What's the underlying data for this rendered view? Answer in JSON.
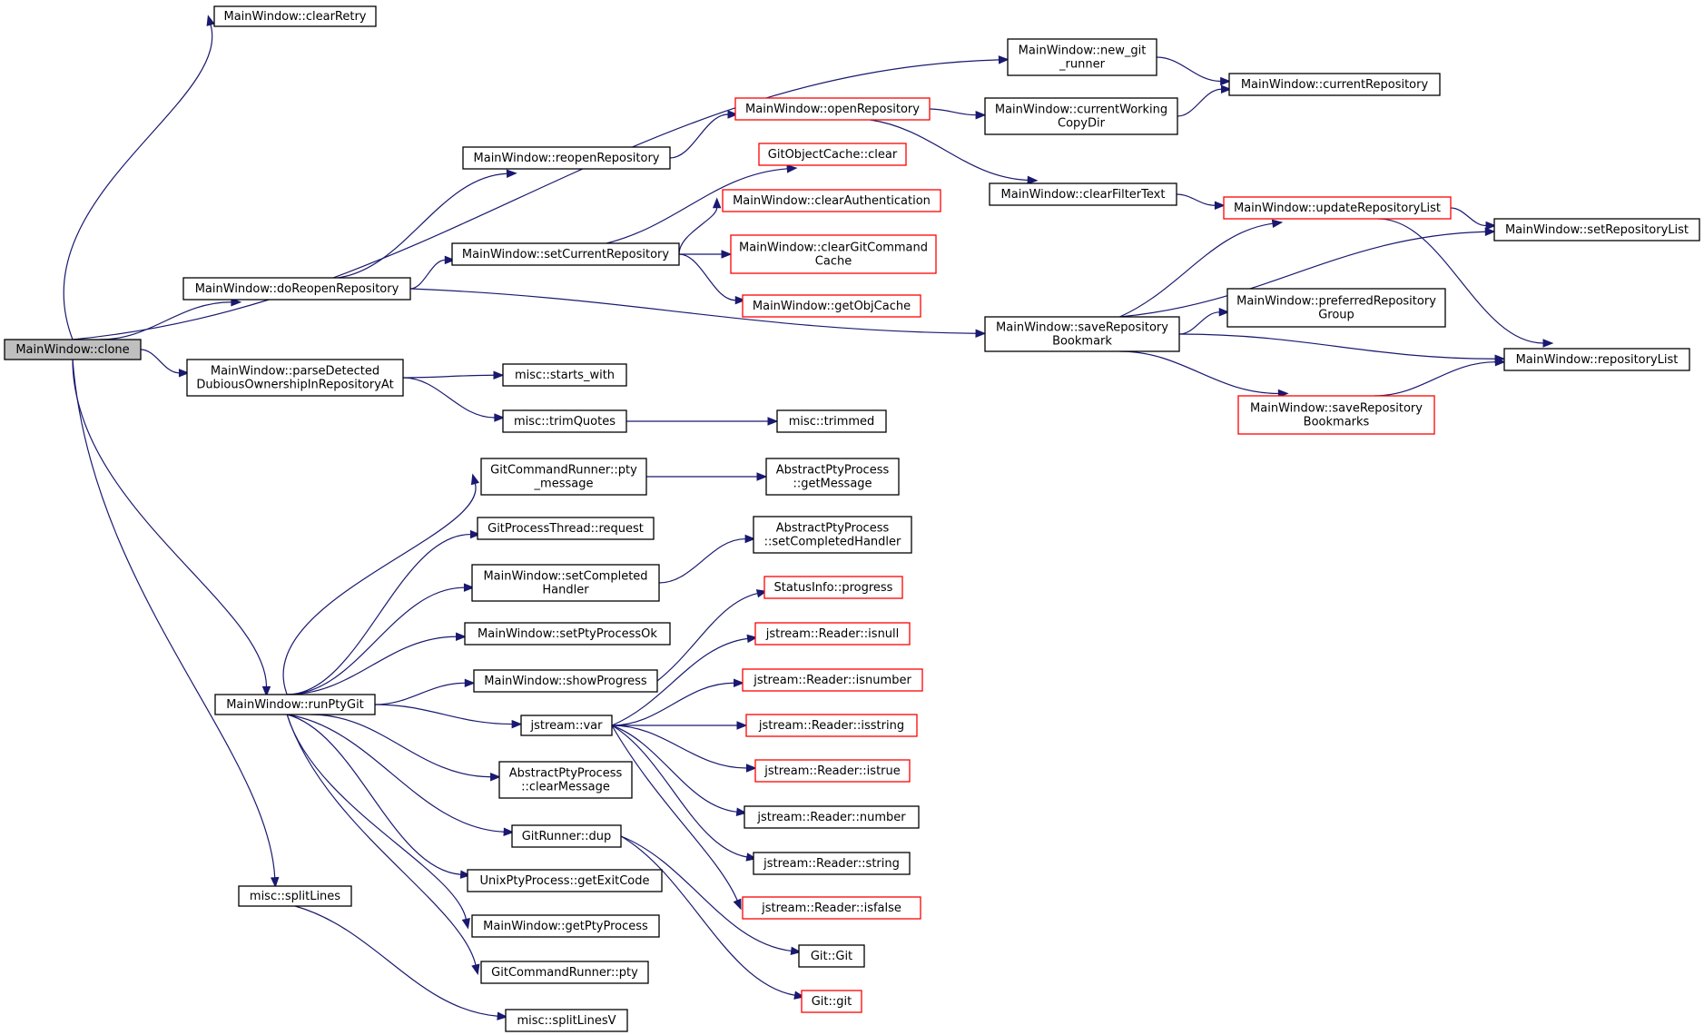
{
  "colors": {
    "edge": "#191970",
    "node_border": "#000000",
    "truncated_border": "#ff0000",
    "root_fill": "#bfbfbf",
    "node_fill": "#ffffff"
  },
  "nodes": [
    {
      "id": "clone",
      "lines": [
        "MainWindow::clone"
      ],
      "style": "root"
    },
    {
      "id": "clearRetry",
      "lines": [
        "MainWindow::clearRetry"
      ],
      "style": "normal"
    },
    {
      "id": "new_git_runner",
      "lines": [
        "MainWindow::new_git",
        "_runner"
      ],
      "style": "normal"
    },
    {
      "id": "currentRepository",
      "lines": [
        "MainWindow::currentRepository"
      ],
      "style": "normal"
    },
    {
      "id": "openRepository",
      "lines": [
        "MainWindow::openRepository"
      ],
      "style": "truncated"
    },
    {
      "id": "currentWorkingCopyDir",
      "lines": [
        "MainWindow::currentWorking",
        "CopyDir"
      ],
      "style": "normal"
    },
    {
      "id": "reopenRepository",
      "lines": [
        "MainWindow::reopenRepository"
      ],
      "style": "normal"
    },
    {
      "id": "gocClear",
      "lines": [
        "GitObjectCache::clear"
      ],
      "style": "truncated"
    },
    {
      "id": "clearAuthentication",
      "lines": [
        "MainWindow::clearAuthentication"
      ],
      "style": "truncated"
    },
    {
      "id": "clearFilterText",
      "lines": [
        "MainWindow::clearFilterText"
      ],
      "style": "normal"
    },
    {
      "id": "updateRepositoryList",
      "lines": [
        "MainWindow::updateRepositoryList"
      ],
      "style": "truncated"
    },
    {
      "id": "setRepositoryList",
      "lines": [
        "MainWindow::setRepositoryList"
      ],
      "style": "normal"
    },
    {
      "id": "setCurrentRepository",
      "lines": [
        "MainWindow::setCurrentRepository"
      ],
      "style": "normal"
    },
    {
      "id": "clearGitCommandCache",
      "lines": [
        "MainWindow::clearGitCommand",
        "Cache"
      ],
      "style": "truncated"
    },
    {
      "id": "doReopenRepository",
      "lines": [
        "MainWindow::doReopenRepository"
      ],
      "style": "normal"
    },
    {
      "id": "getObjCache",
      "lines": [
        "MainWindow::getObjCache"
      ],
      "style": "truncated"
    },
    {
      "id": "preferredRepositoryGroup",
      "lines": [
        "MainWindow::preferredRepository",
        "Group"
      ],
      "style": "normal"
    },
    {
      "id": "saveRepositoryBookmark",
      "lines": [
        "MainWindow::saveRepository",
        "Bookmark"
      ],
      "style": "normal"
    },
    {
      "id": "repositoryList",
      "lines": [
        "MainWindow::repositoryList"
      ],
      "style": "normal"
    },
    {
      "id": "parseDetected",
      "lines": [
        "MainWindow::parseDetected",
        "DubiousOwnershipInRepositoryAt"
      ],
      "style": "normal"
    },
    {
      "id": "starts_with",
      "lines": [
        "misc::starts_with"
      ],
      "style": "normal"
    },
    {
      "id": "saveRepositoryBookmarks",
      "lines": [
        "MainWindow::saveRepository",
        "Bookmarks"
      ],
      "style": "truncated"
    },
    {
      "id": "trimQuotes",
      "lines": [
        "misc::trimQuotes"
      ],
      "style": "normal"
    },
    {
      "id": "trimmed",
      "lines": [
        "misc::trimmed"
      ],
      "style": "normal"
    },
    {
      "id": "pty_message",
      "lines": [
        "GitCommandRunner::pty",
        "_message"
      ],
      "style": "normal"
    },
    {
      "id": "getMessage",
      "lines": [
        "AbstractPtyProcess",
        "::getMessage"
      ],
      "style": "normal"
    },
    {
      "id": "request",
      "lines": [
        "GitProcessThread::request"
      ],
      "style": "normal"
    },
    {
      "id": "apSetCompletedHandler",
      "lines": [
        "AbstractPtyProcess",
        "::setCompletedHandler"
      ],
      "style": "normal"
    },
    {
      "id": "mwSetCompletedHandler",
      "lines": [
        "MainWindow::setCompleted",
        "Handler"
      ],
      "style": "normal"
    },
    {
      "id": "progress",
      "lines": [
        "StatusInfo::progress"
      ],
      "style": "truncated"
    },
    {
      "id": "setPtyProcessOk",
      "lines": [
        "MainWindow::setPtyProcessOk"
      ],
      "style": "normal"
    },
    {
      "id": "isnull",
      "lines": [
        "jstream::Reader::isnull"
      ],
      "style": "truncated"
    },
    {
      "id": "showProgress",
      "lines": [
        "MainWindow::showProgress"
      ],
      "style": "normal"
    },
    {
      "id": "isnumber",
      "lines": [
        "jstream::Reader::isnumber"
      ],
      "style": "truncated"
    },
    {
      "id": "runPtyGit",
      "lines": [
        "MainWindow::runPtyGit"
      ],
      "style": "normal"
    },
    {
      "id": "var",
      "lines": [
        "jstream::var"
      ],
      "style": "normal"
    },
    {
      "id": "isstring",
      "lines": [
        "jstream::Reader::isstring"
      ],
      "style": "truncated"
    },
    {
      "id": "istrue",
      "lines": [
        "jstream::Reader::istrue"
      ],
      "style": "truncated"
    },
    {
      "id": "clearMessage",
      "lines": [
        "AbstractPtyProcess",
        "::clearMessage"
      ],
      "style": "normal"
    },
    {
      "id": "number",
      "lines": [
        "jstream::Reader::number"
      ],
      "style": "normal"
    },
    {
      "id": "dup",
      "lines": [
        "GitRunner::dup"
      ],
      "style": "normal"
    },
    {
      "id": "string",
      "lines": [
        "jstream::Reader::string"
      ],
      "style": "normal"
    },
    {
      "id": "getExitCode",
      "lines": [
        "UnixPtyProcess::getExitCode"
      ],
      "style": "normal"
    },
    {
      "id": "splitLines",
      "lines": [
        "misc::splitLines"
      ],
      "style": "normal"
    },
    {
      "id": "isfalse",
      "lines": [
        "jstream::Reader::isfalse"
      ],
      "style": "truncated"
    },
    {
      "id": "getPtyProcess",
      "lines": [
        "MainWindow::getPtyProcess"
      ],
      "style": "normal"
    },
    {
      "id": "GitGit",
      "lines": [
        "Git::Git"
      ],
      "style": "normal"
    },
    {
      "id": "pty",
      "lines": [
        "GitCommandRunner::pty"
      ],
      "style": "normal"
    },
    {
      "id": "gitgit",
      "lines": [
        "Git::git"
      ],
      "style": "truncated"
    },
    {
      "id": "splitLinesV",
      "lines": [
        "misc::splitLinesV"
      ],
      "style": "normal"
    }
  ],
  "edges": [
    {
      "from": "clone",
      "to": "clearRetry"
    },
    {
      "from": "clone",
      "to": "new_git_runner"
    },
    {
      "from": "clone",
      "to": "doReopenRepository"
    },
    {
      "from": "clone",
      "to": "parseDetected"
    },
    {
      "from": "clone",
      "to": "runPtyGit"
    },
    {
      "from": "clone",
      "to": "splitLines"
    },
    {
      "from": "new_git_runner",
      "to": "currentRepository"
    },
    {
      "from": "openRepository",
      "to": "currentWorkingCopyDir"
    },
    {
      "from": "openRepository",
      "to": "clearFilterText"
    },
    {
      "from": "currentWorkingCopyDir",
      "to": "currentRepository"
    },
    {
      "from": "reopenRepository",
      "to": "openRepository"
    },
    {
      "from": "clearFilterText",
      "to": "updateRepositoryList"
    },
    {
      "from": "updateRepositoryList",
      "to": "setRepositoryList"
    },
    {
      "from": "updateRepositoryList",
      "to": "repositoryList"
    },
    {
      "from": "setCurrentRepository",
      "to": "gocClear"
    },
    {
      "from": "setCurrentRepository",
      "to": "clearAuthentication"
    },
    {
      "from": "setCurrentRepository",
      "to": "clearGitCommandCache"
    },
    {
      "from": "setCurrentRepository",
      "to": "getObjCache"
    },
    {
      "from": "doReopenRepository",
      "to": "reopenRepository"
    },
    {
      "from": "doReopenRepository",
      "to": "setCurrentRepository"
    },
    {
      "from": "doReopenRepository",
      "to": "saveRepositoryBookmark"
    },
    {
      "from": "saveRepositoryBookmark",
      "to": "updateRepositoryList"
    },
    {
      "from": "saveRepositoryBookmark",
      "to": "setRepositoryList"
    },
    {
      "from": "saveRepositoryBookmark",
      "to": "preferredRepositoryGroup"
    },
    {
      "from": "saveRepositoryBookmark",
      "to": "repositoryList"
    },
    {
      "from": "saveRepositoryBookmark",
      "to": "saveRepositoryBookmarks"
    },
    {
      "from": "saveRepositoryBookmarks",
      "to": "repositoryList"
    },
    {
      "from": "parseDetected",
      "to": "starts_with"
    },
    {
      "from": "parseDetected",
      "to": "trimQuotes"
    },
    {
      "from": "trimQuotes",
      "to": "trimmed"
    },
    {
      "from": "pty_message",
      "to": "getMessage"
    },
    {
      "from": "mwSetCompletedHandler",
      "to": "apSetCompletedHandler"
    },
    {
      "from": "showProgress",
      "to": "progress"
    },
    {
      "from": "runPtyGit",
      "to": "pty_message"
    },
    {
      "from": "runPtyGit",
      "to": "request"
    },
    {
      "from": "runPtyGit",
      "to": "mwSetCompletedHandler"
    },
    {
      "from": "runPtyGit",
      "to": "setPtyProcessOk"
    },
    {
      "from": "runPtyGit",
      "to": "showProgress"
    },
    {
      "from": "runPtyGit",
      "to": "var"
    },
    {
      "from": "runPtyGit",
      "to": "clearMessage"
    },
    {
      "from": "runPtyGit",
      "to": "dup"
    },
    {
      "from": "runPtyGit",
      "to": "getExitCode"
    },
    {
      "from": "runPtyGit",
      "to": "getPtyProcess"
    },
    {
      "from": "runPtyGit",
      "to": "pty"
    },
    {
      "from": "var",
      "to": "isnull"
    },
    {
      "from": "var",
      "to": "isnumber"
    },
    {
      "from": "var",
      "to": "isstring"
    },
    {
      "from": "var",
      "to": "istrue"
    },
    {
      "from": "var",
      "to": "number"
    },
    {
      "from": "var",
      "to": "string"
    },
    {
      "from": "var",
      "to": "isfalse"
    },
    {
      "from": "dup",
      "to": "GitGit"
    },
    {
      "from": "dup",
      "to": "gitgit"
    },
    {
      "from": "splitLines",
      "to": "splitLinesV"
    }
  ]
}
